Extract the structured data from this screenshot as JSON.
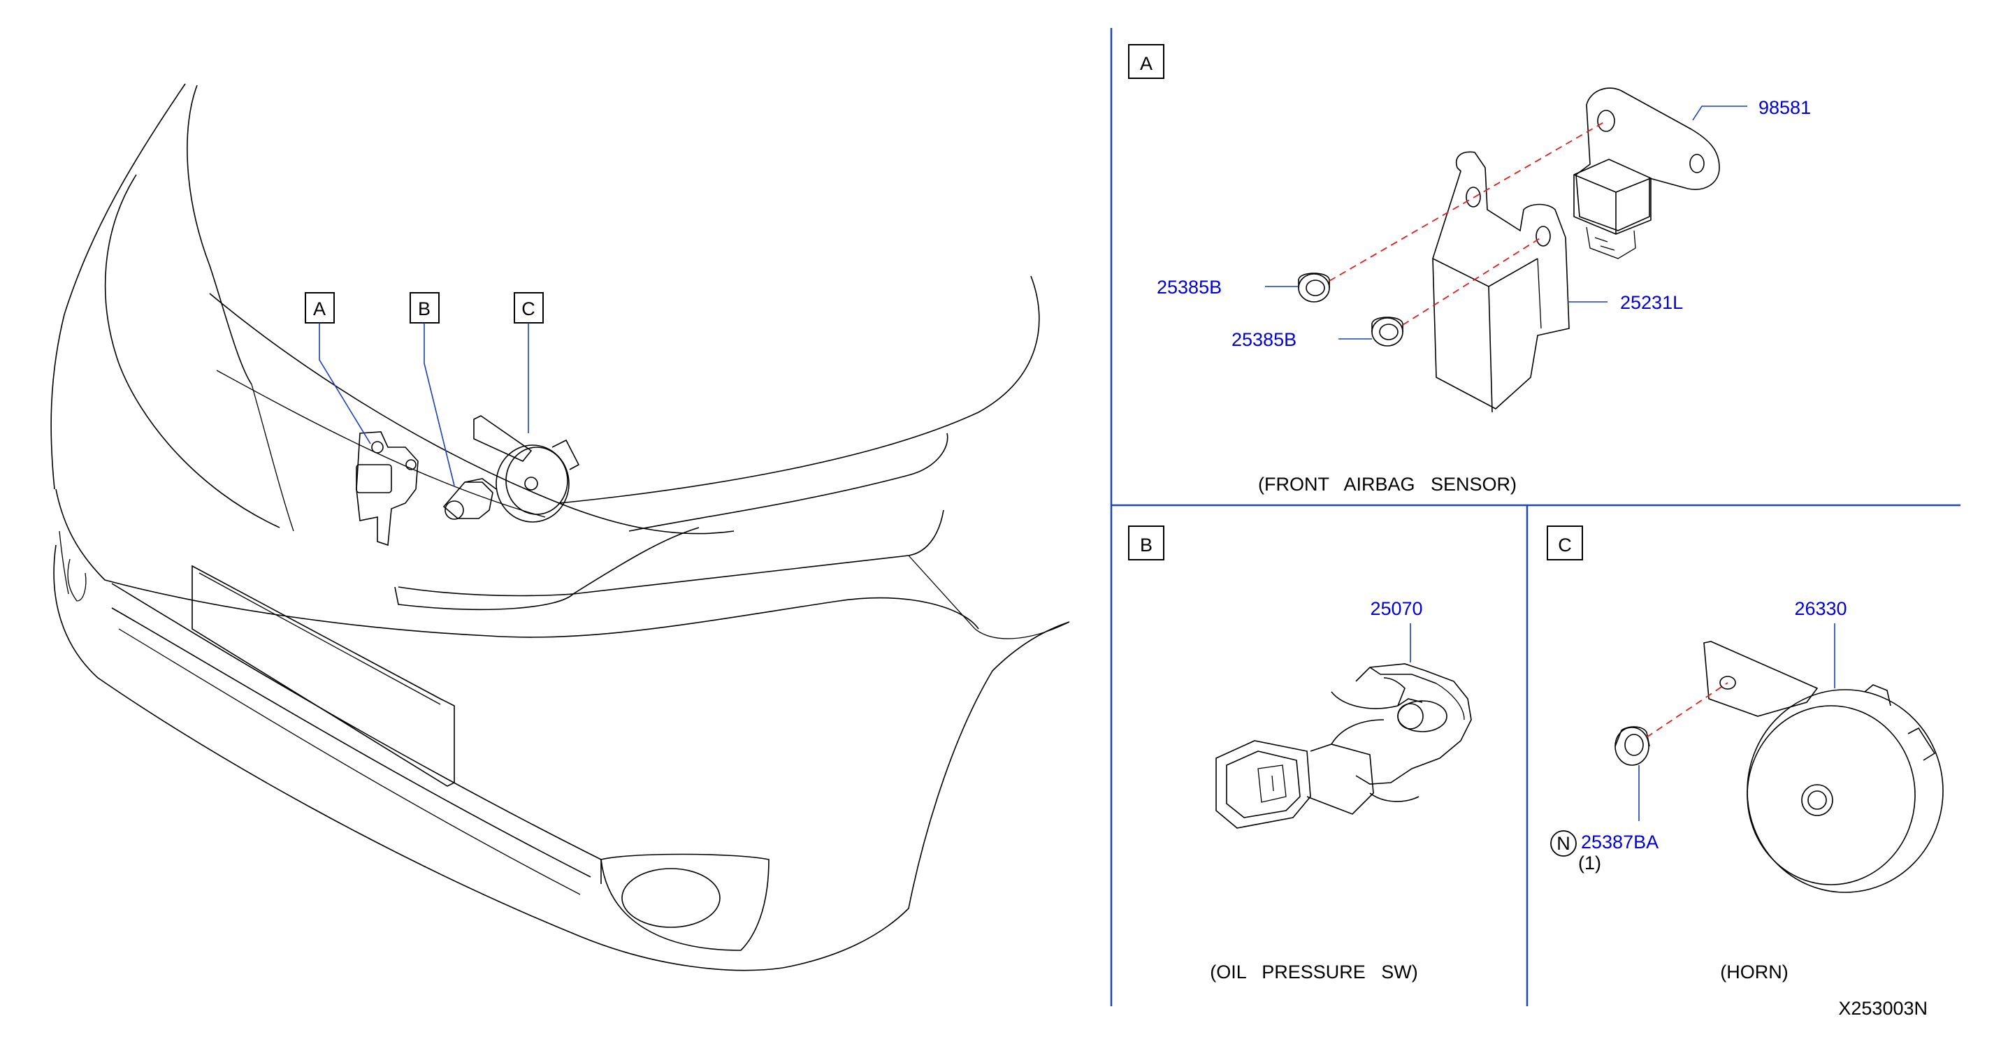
{
  "diagram_code": "X253003N",
  "overview": {
    "callouts": [
      "A",
      "B",
      "C"
    ]
  },
  "section_a": {
    "letter": "A",
    "caption": "(FRONT   AIRBAG   SENSOR)",
    "parts": {
      "sensor": "98581",
      "nut_upper": "25385B",
      "nut_lower": "25385B",
      "bracket": "25231L"
    }
  },
  "section_b": {
    "letter": "B",
    "caption": "(OIL   PRESSURE   SW)",
    "parts": {
      "switch": "25070"
    }
  },
  "section_c": {
    "letter": "C",
    "caption": "(HORN)",
    "parts": {
      "horn": "26330",
      "nut": "25387BA",
      "nut_marker": "N",
      "nut_qty": "(1)"
    }
  }
}
